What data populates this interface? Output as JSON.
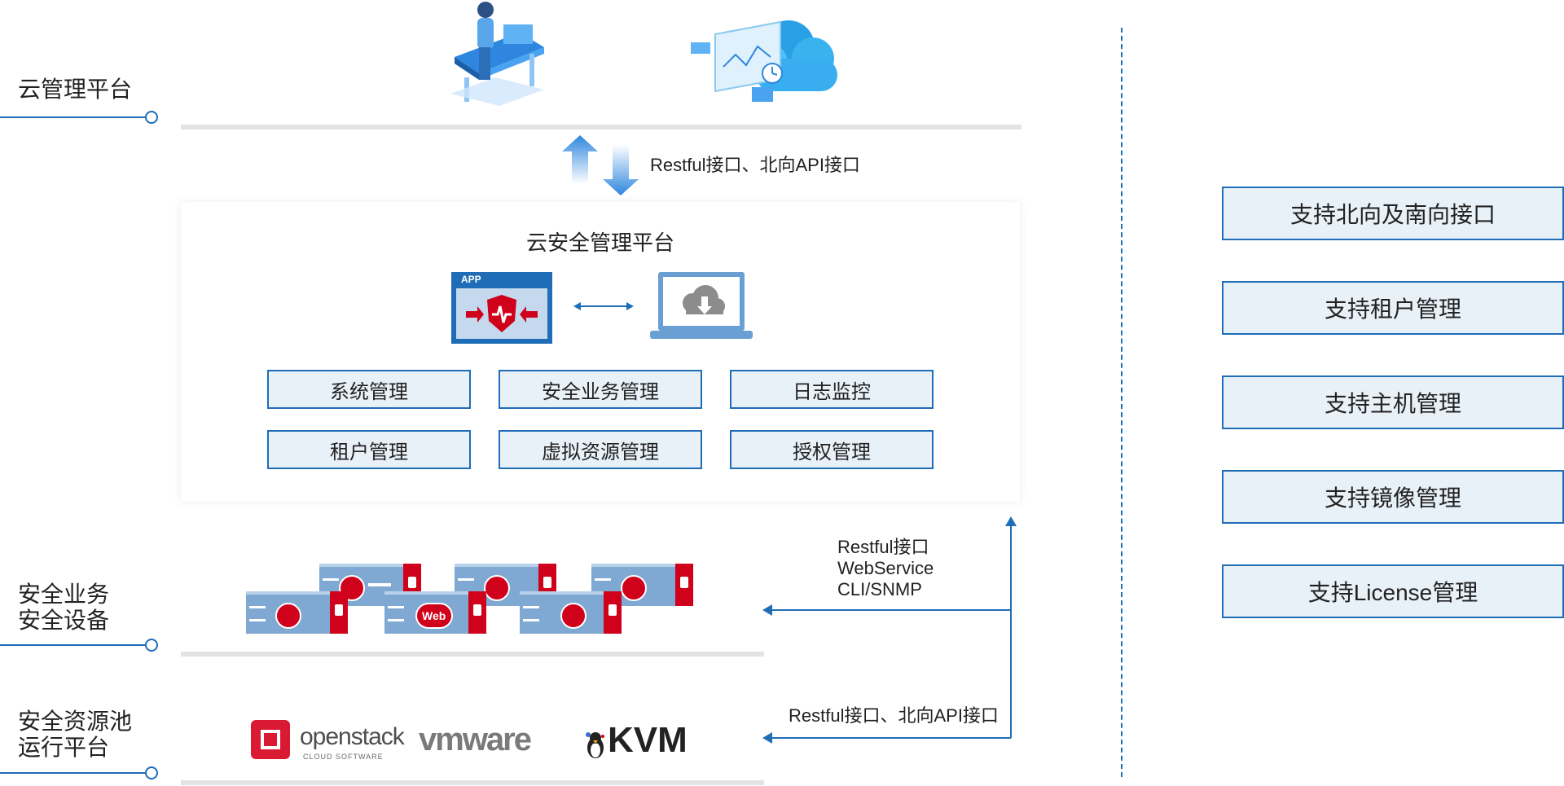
{
  "layers": {
    "cloud_mgmt": "云管理平台",
    "security_devices_line1": "安全业务",
    "security_devices_line2": "安全设备",
    "resource_pool_line1": "安全资源池",
    "resource_pool_line2": "运行平台"
  },
  "top_interface": "Restful接口、北向API接口",
  "platform": {
    "title": "云安全管理平台",
    "app_label": "APP",
    "modules": [
      "系统管理",
      "安全业务管理",
      "日志监控",
      "租户管理",
      "虚拟资源管理",
      "授权管理"
    ]
  },
  "device_protocols": [
    "Restful接口",
    "WebService",
    "CLI/SNMP"
  ],
  "pool_interface": "Restful接口、北向API接口",
  "device_web_label": "Web",
  "vendors": {
    "openstack": "openstack",
    "openstack_sub": "CLOUD SOFTWARE",
    "vmware": "vmware",
    "kvm": "KVM"
  },
  "features": [
    "支持北向及南向接口",
    "支持租户管理",
    "支持主机管理",
    "支持镜像管理",
    "支持License管理"
  ],
  "colors": {
    "accent": "#1f6db6",
    "box_fill": "#e8f0f8",
    "alert_red": "#d0021b"
  }
}
